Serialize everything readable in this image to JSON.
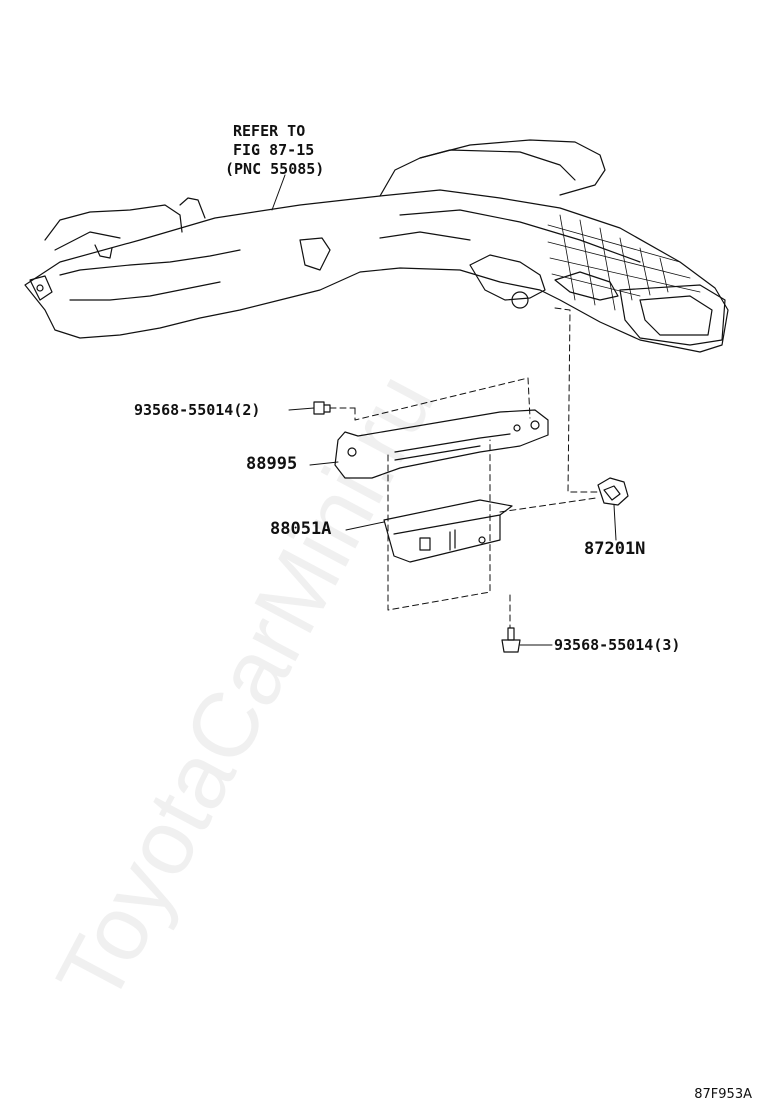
{
  "refer_note": {
    "line1": "REFER TO",
    "line2": "FIG 87-15",
    "line3": "(PNC 55085)"
  },
  "parts": {
    "bolt_top": "93568-55014(2)",
    "bracket": "88995",
    "module": "88051A",
    "clip": "87201N",
    "bolt_bottom": "93568-55014(3)"
  },
  "figure_code": "87F953A",
  "watermark": "ToyotaCarMini.ru"
}
